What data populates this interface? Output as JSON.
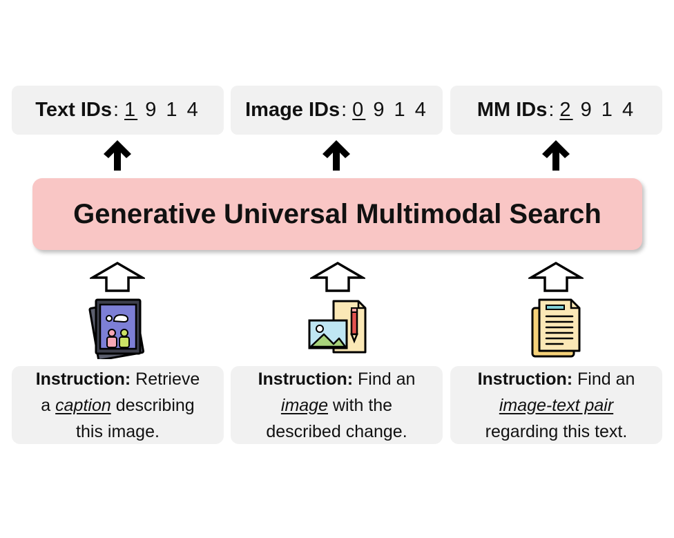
{
  "id_boxes": [
    {
      "label": "Text IDs",
      "sep": ":",
      "first": "1",
      "rest": "9 1 4"
    },
    {
      "label": "Image IDs",
      "sep": ":",
      "first": "0",
      "rest": "9 1 4"
    },
    {
      "label": "MM IDs",
      "sep": ":",
      "first": "2",
      "rest": "9 1 4"
    }
  ],
  "model": {
    "title": "Generative Universal Multimodal Search"
  },
  "inputs": [
    {
      "icon": "photo-frame-icon",
      "lead": "Instruction:",
      "pre": " Retrieve",
      "pre2": "a ",
      "em": "caption",
      "post": " describing",
      "line3": "this image."
    },
    {
      "icon": "image-edit-icon",
      "lead": "Instruction:",
      "pre": " Find an",
      "pre2": "",
      "em": "image",
      "post": " with the",
      "line3": "described change."
    },
    {
      "icon": "document-icon",
      "lead": "Instruction:",
      "pre": " Find an",
      "pre2": "",
      "em": "image-text pair",
      "post": "",
      "line3": "regarding this text."
    }
  ],
  "colors": {
    "banner": "#f9c6c5",
    "box": "#f1f1f1",
    "frame_blue": "#7d7fd6",
    "paper": "#fbe8b6"
  }
}
